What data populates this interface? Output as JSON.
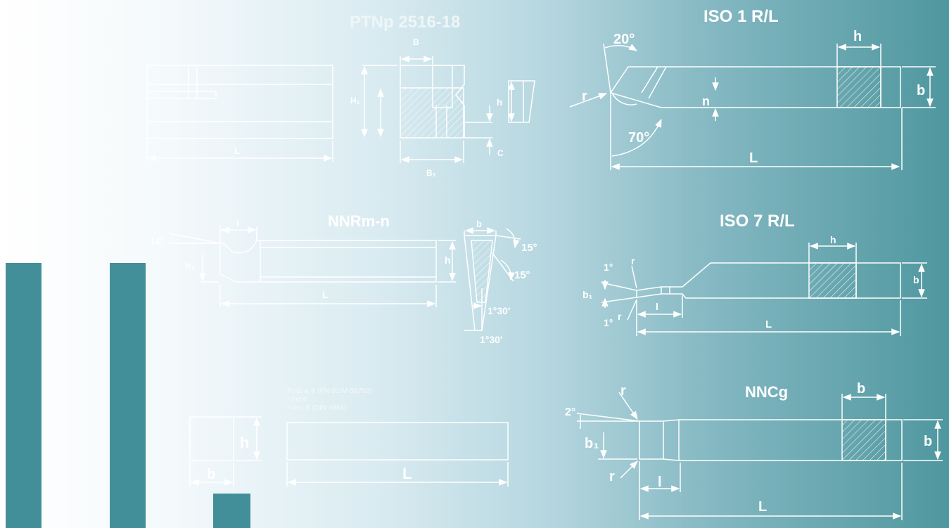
{
  "colors": {
    "bar": "#438f99",
    "line_light": "#ffffff",
    "hatch": "#ffffff"
  },
  "ptnp": {
    "title": "PTNp    2516-18",
    "L": "L",
    "B": "B",
    "B1": "B₁",
    "H1": "H₁",
    "h": "h",
    "C": "C"
  },
  "iso1": {
    "title": "ISO   1   R/L",
    "angle_top": "20°",
    "angle_bottom": "70°",
    "r": "r",
    "n": "n",
    "h": "h",
    "b": "b",
    "L": "L"
  },
  "nnrm": {
    "title": "NNRm-n",
    "angle_14": "14°",
    "l": "l",
    "h1": "h₁",
    "h": "h",
    "L": "L",
    "b": "b",
    "angle_15a": "15°",
    "angle_15b": "15°",
    "angle_130a": "1°30'",
    "angle_130b": "1°30'"
  },
  "iso7": {
    "title": "ISO   7   R/L",
    "angle_1a": "1°",
    "angle_1b": "1°",
    "r_top": "r",
    "r_bottom": "r",
    "b1": "b₁",
    "l": "l",
    "h": "h",
    "b": "b",
    "L": "L"
  },
  "rodzaj": {
    "line1": "Rodzaj     B     (PN-81/M-58700)",
    "line2": "Kind     B",
    "line3": "Form    B    (DIN    4964)",
    "h": "h",
    "b": "b",
    "L": "L"
  },
  "nncg": {
    "title": "NNCg",
    "angle_2": "2°",
    "r_top": "r",
    "r_bottom": "r",
    "b1": "b₁",
    "l": "l",
    "b_top": "b",
    "b_right": "b",
    "L": "L"
  }
}
